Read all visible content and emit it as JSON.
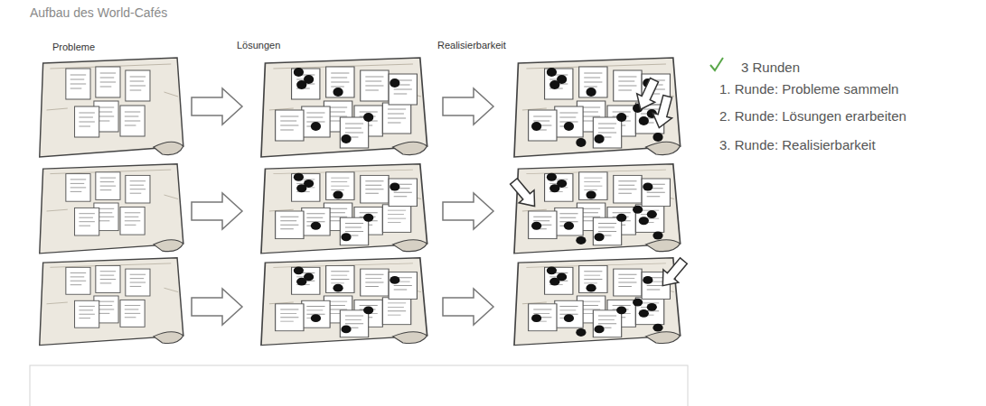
{
  "diagram": {
    "title": "Aufbau des World-Cafés",
    "labels": [
      "Probleme",
      "Lösungen",
      "Realisierbarkeit",
      "3 Runden",
      "1. Runde: Probleme sammeln",
      "2. Runde: Lösungen erarbeiten",
      "3. Runde: Realisierbarkeit"
    ]
  }
}
